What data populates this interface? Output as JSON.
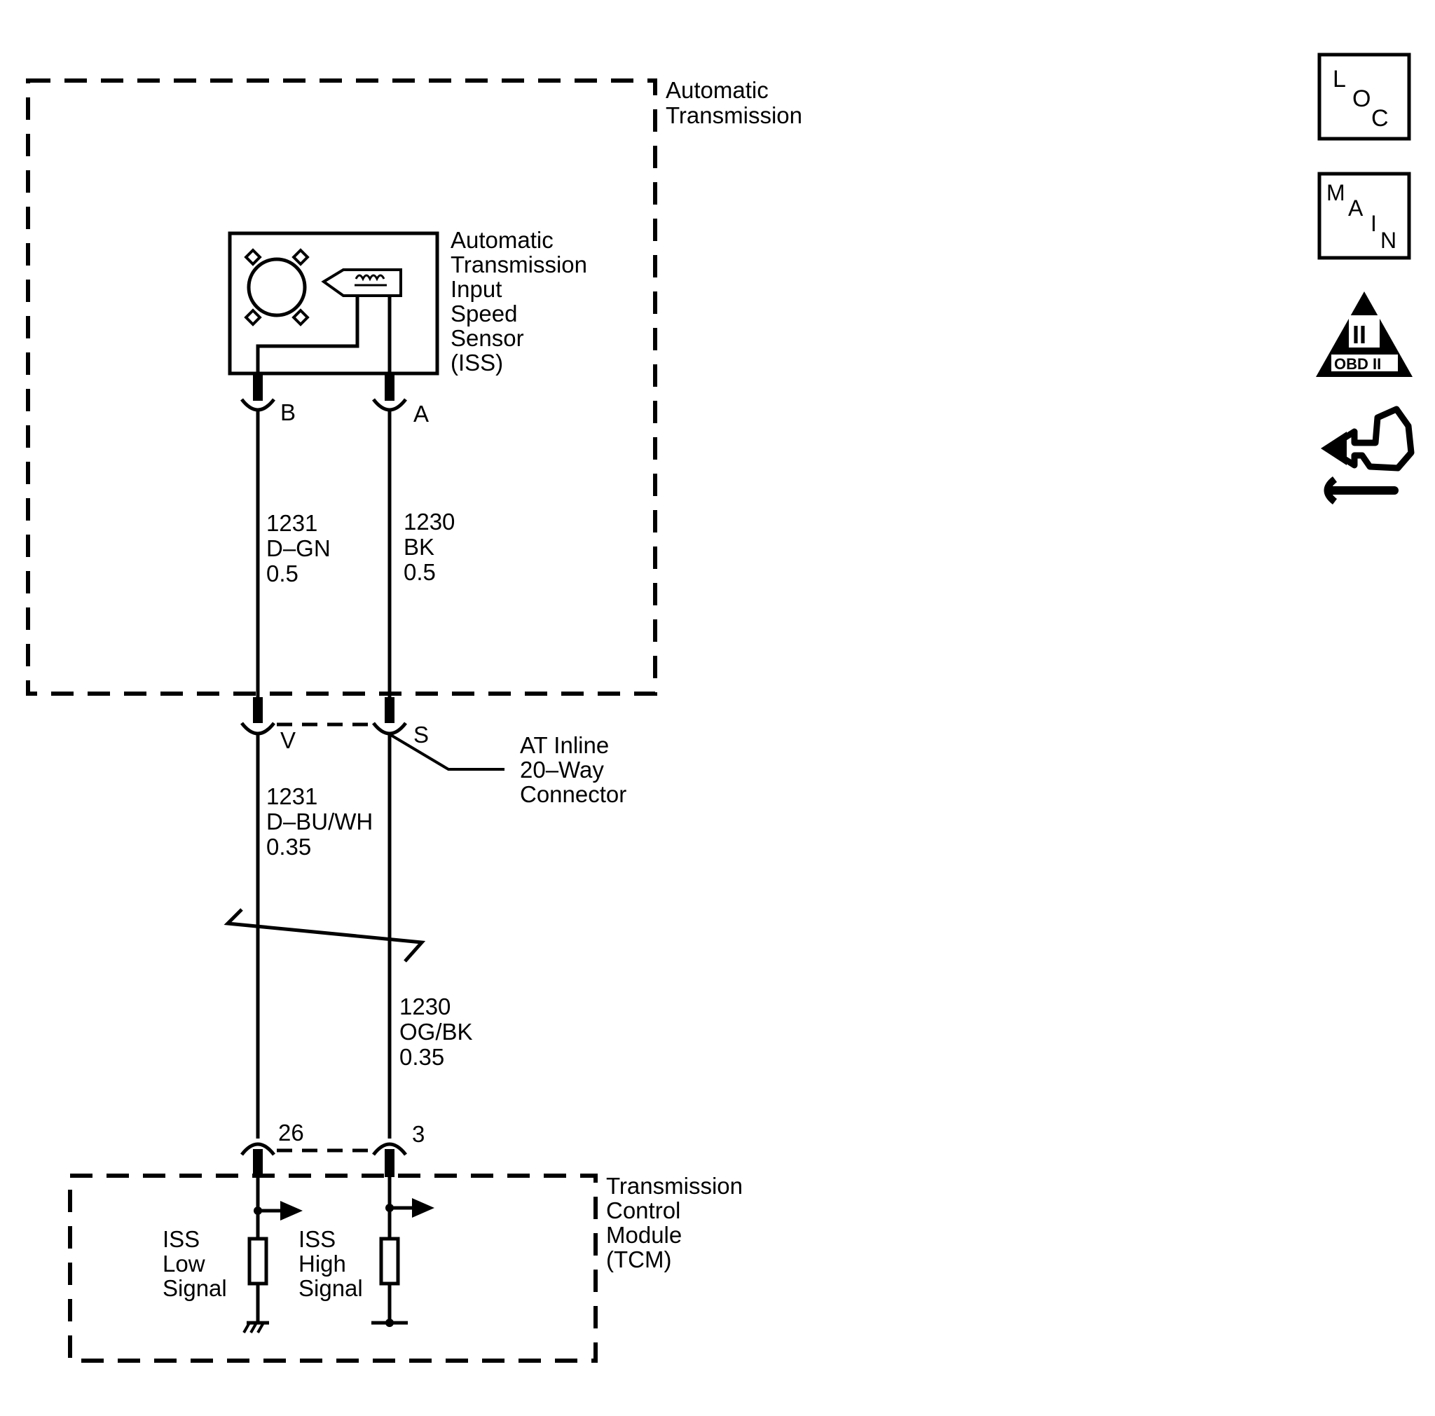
{
  "components": {
    "automatic_transmission": [
      "Automatic",
      "Transmission"
    ],
    "iss_sensor": [
      "Automatic",
      "Transmission",
      "Input",
      "Speed",
      "Sensor",
      "(ISS)"
    ],
    "inline_connector": [
      "AT Inline",
      "20–Way",
      "Connector"
    ],
    "tcm": [
      "Transmission",
      "Control",
      "Module",
      "(TCM)"
    ]
  },
  "pins": {
    "sensor_b": "B",
    "sensor_a": "A",
    "inline_v": "V",
    "inline_s": "S",
    "tcm_26": "26",
    "tcm_3": "3"
  },
  "wires": {
    "upper_left": [
      "1231",
      "D–GN",
      "0.5"
    ],
    "upper_right": [
      "1230",
      "BK",
      "0.5"
    ],
    "lower_left": [
      "1231",
      "D–BU/WH",
      "0.35"
    ],
    "lower_right": [
      "1230",
      "OG/BK",
      "0.35"
    ]
  },
  "signals": {
    "low": [
      "ISS",
      "Low",
      "Signal"
    ],
    "high": [
      "ISS",
      "High",
      "Signal"
    ]
  },
  "side_icons": {
    "loc": [
      "L",
      "O",
      "C"
    ],
    "main": [
      "M",
      "A",
      "I",
      "N"
    ],
    "obd": {
      "numeral": "II",
      "label": "OBD II"
    },
    "tool": "wrench-hand-icon"
  }
}
